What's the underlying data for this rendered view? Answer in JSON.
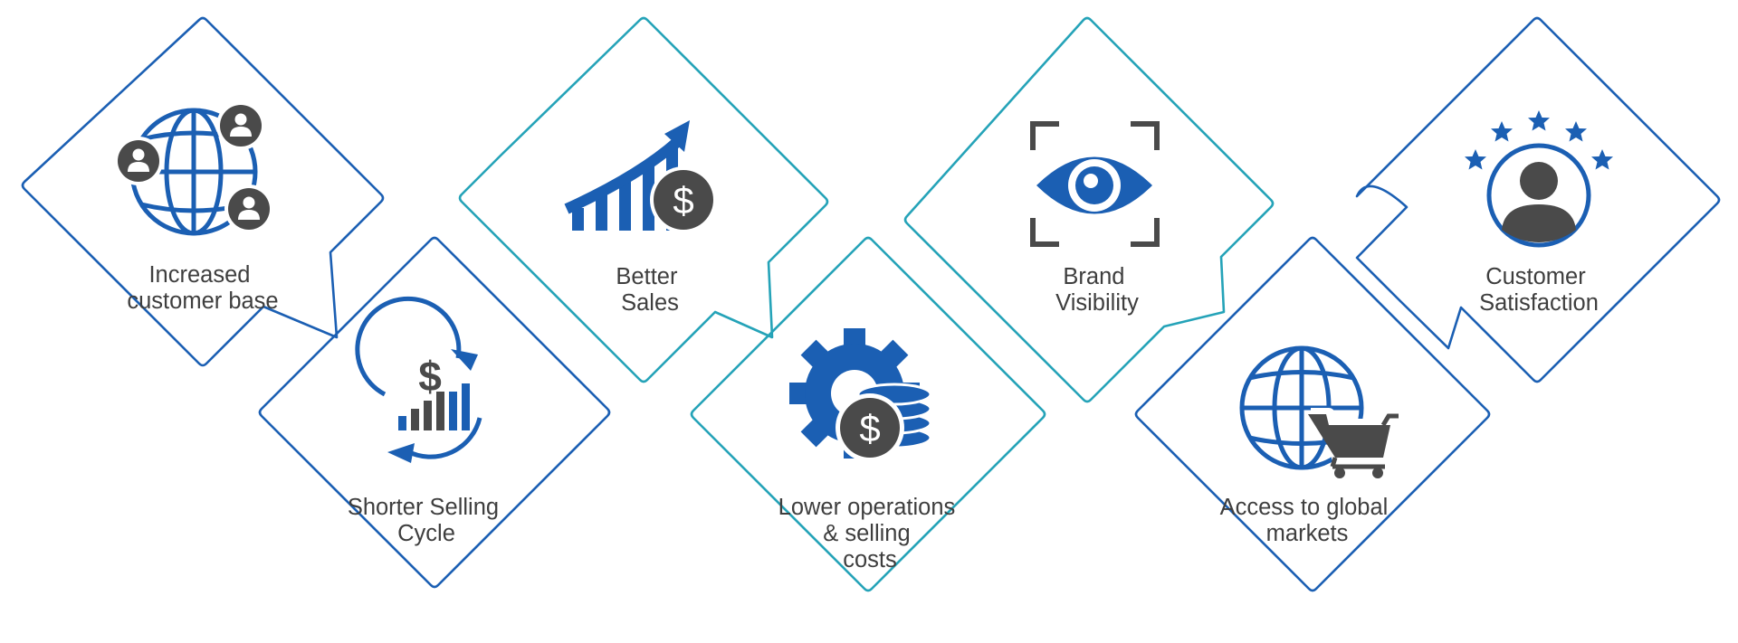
{
  "colors": {
    "blue": "#1b5fb3",
    "teal": "#25a3b8",
    "dark": "#4a4a4a"
  },
  "benefits": [
    {
      "lines": [
        "Increased",
        "customer base"
      ],
      "icon": "globe-users-icon",
      "outline": "blue"
    },
    {
      "lines": [
        "Shorter Selling",
        "Cycle"
      ],
      "icon": "cycle-chart-icon",
      "outline": "blue"
    },
    {
      "lines": [
        "Better",
        "Sales"
      ],
      "icon": "growth-chart-icon",
      "outline": "teal"
    },
    {
      "lines": [
        "Lower operations",
        "& selling",
        "costs"
      ],
      "icon": "gear-coins-icon",
      "outline": "teal"
    },
    {
      "lines": [
        "Brand",
        "Visibility"
      ],
      "icon": "eye-focus-icon",
      "outline": "teal"
    },
    {
      "lines": [
        "Access to global",
        "markets"
      ],
      "icon": "globe-cart-icon",
      "outline": "blue"
    },
    {
      "lines": [
        "Customer",
        "Satisfaction"
      ],
      "icon": "customer-stars-icon",
      "outline": "blue"
    }
  ]
}
